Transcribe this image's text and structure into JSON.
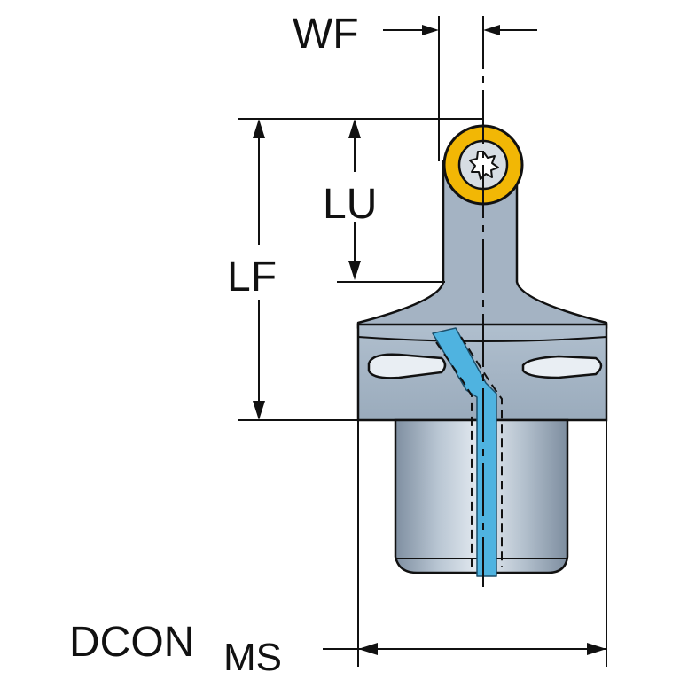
{
  "labels": {
    "wf": "WF",
    "lu": "LU",
    "lf": "LF",
    "dcon": "DCON",
    "dcon_sub": "MS"
  },
  "colors": {
    "body": "#a2b2c2",
    "body_dark": "#7e8ea0",
    "insert_ring": "#f2b705",
    "coolant": "#4fb3e0",
    "line": "#111111"
  }
}
